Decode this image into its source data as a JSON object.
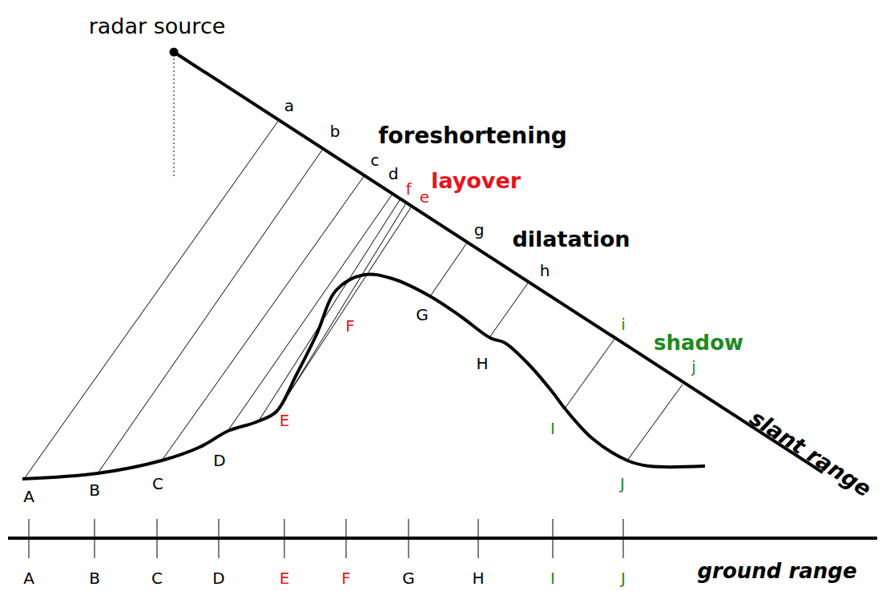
{
  "diagram": {
    "labels": [
      "radar source",
      "a",
      "b",
      "foreshortening",
      "c",
      "d",
      "f",
      "e",
      "layover",
      "g",
      "dilatation",
      "h",
      "i",
      "shadow",
      "j",
      "slant range",
      "A",
      "B",
      "C",
      "D",
      "E",
      "F",
      "G",
      "H",
      "I",
      "J",
      "A",
      "B",
      "C",
      "D",
      "E",
      "F",
      "G",
      "H",
      "I",
      "J",
      "ground range"
    ]
  }
}
